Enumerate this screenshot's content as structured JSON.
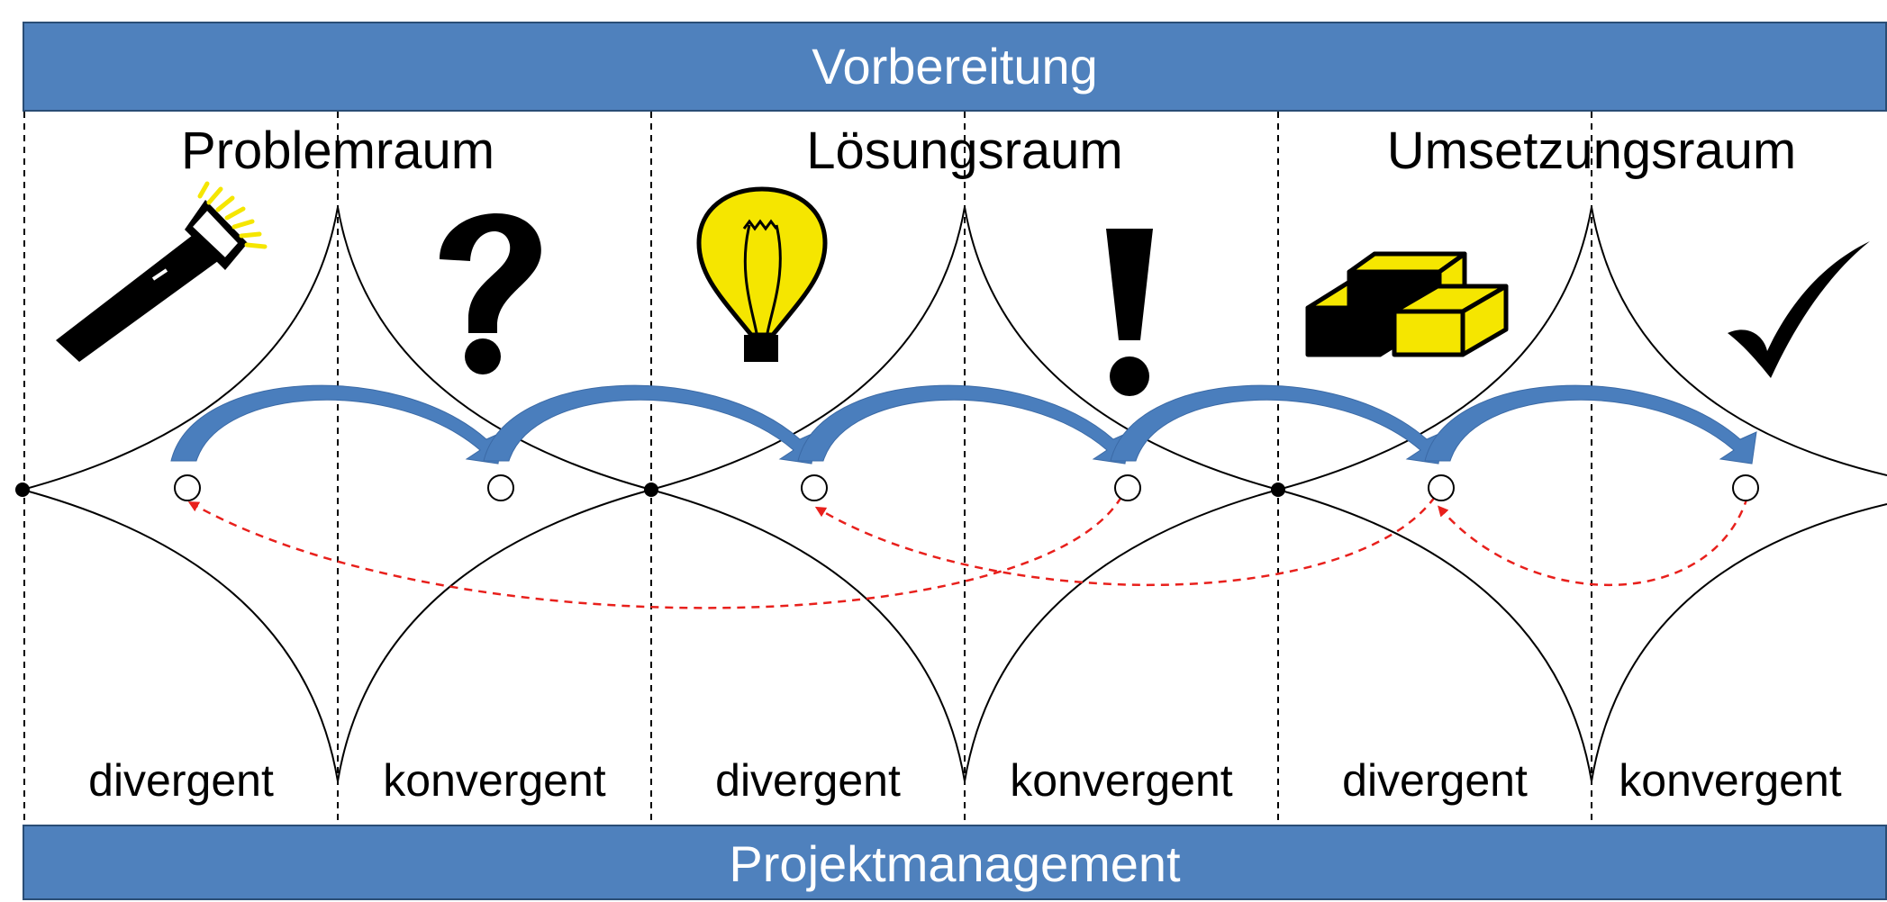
{
  "header": {
    "title": "Vorbereitung"
  },
  "footer": {
    "title": "Projektmanagement"
  },
  "spaces": [
    {
      "title": "Problemraum",
      "left_mode": "divergent",
      "right_mode": "konvergent",
      "left_icon": "flashlight-icon",
      "right_icon": "question-mark-icon"
    },
    {
      "title": "Lösungsraum",
      "left_mode": "divergent",
      "right_mode": "konvergent",
      "left_icon": "lightbulb-icon",
      "right_icon": "exclamation-mark-icon"
    },
    {
      "title": "Umsetzungsraum",
      "left_mode": "divergent",
      "right_mode": "konvergent",
      "left_icon": "building-blocks-icon",
      "right_icon": "checkmark-icon"
    }
  ],
  "colors": {
    "band": "#4f81bd",
    "band_border": "#2a4d75",
    "forward_arrow": "#4a7ebd",
    "feedback_arrow": "#e8201c",
    "icon_yellow": "#f5e600"
  }
}
